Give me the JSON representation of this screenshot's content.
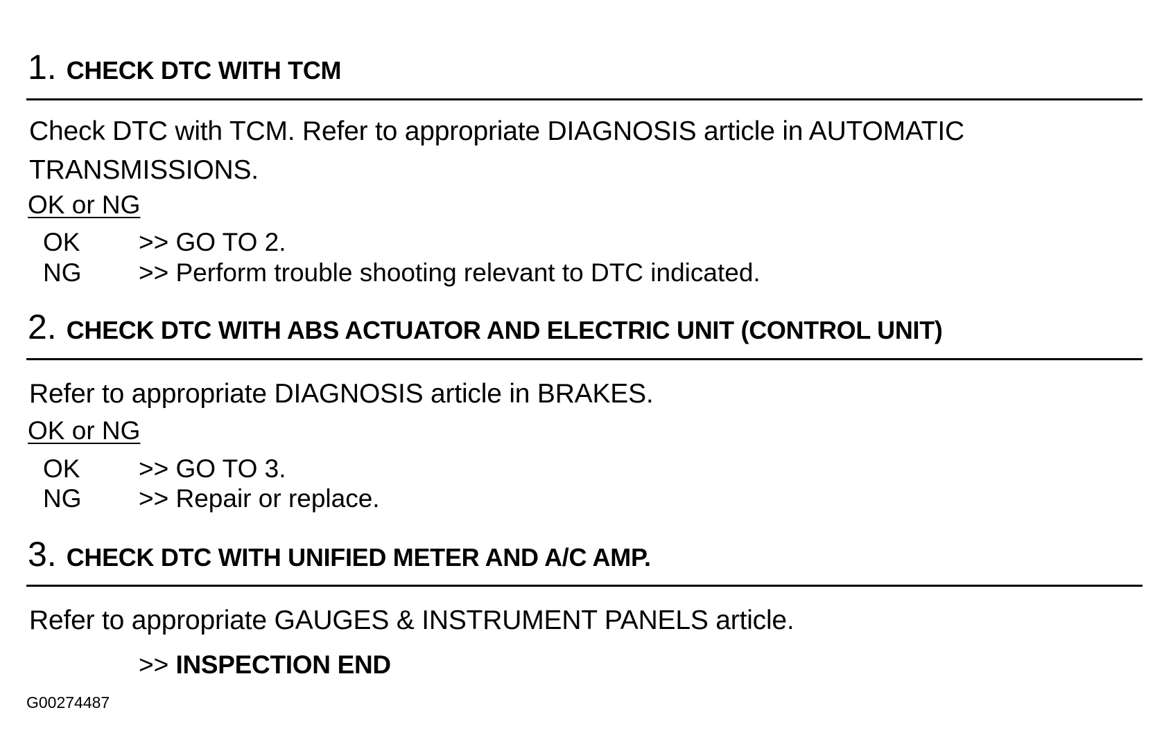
{
  "steps": [
    {
      "number": "1.",
      "title": "CHECK DTC WITH TCM",
      "body": [
        "Check DTC with TCM.  Refer to appropriate DIAGNOSIS article in  AUTOMATIC",
        "TRANSMISSIONS."
      ],
      "okng_label": "OK or NG",
      "results": [
        {
          "code": "OK",
          "action": ">> GO TO 2."
        },
        {
          "code": "NG",
          "action": ">> Perform trouble shooting relevant to DTC indicated."
        }
      ]
    },
    {
      "number": "2.",
      "title": "CHECK DTC WITH ABS ACTUATOR AND ELECTRIC UNIT (CONTROL UNIT)",
      "body": [
        "Refer to appropriate DIAGNOSIS article in BRAKES."
      ],
      "okng_label": "OK or NG",
      "results": [
        {
          "code": "OK",
          "action": ">> GO TO 3."
        },
        {
          "code": "NG",
          "action": ">> Repair or replace."
        }
      ]
    },
    {
      "number": "3.",
      "title": "CHECK DTC WITH UNIFIED METER AND A/C AMP.",
      "body": [
        "Refer to appropriate GAUGES & INSTRUMENT PANELS article."
      ],
      "final": {
        "arrow": ">> ",
        "text": "INSPECTION END"
      }
    }
  ],
  "figure_code": "G00274487"
}
